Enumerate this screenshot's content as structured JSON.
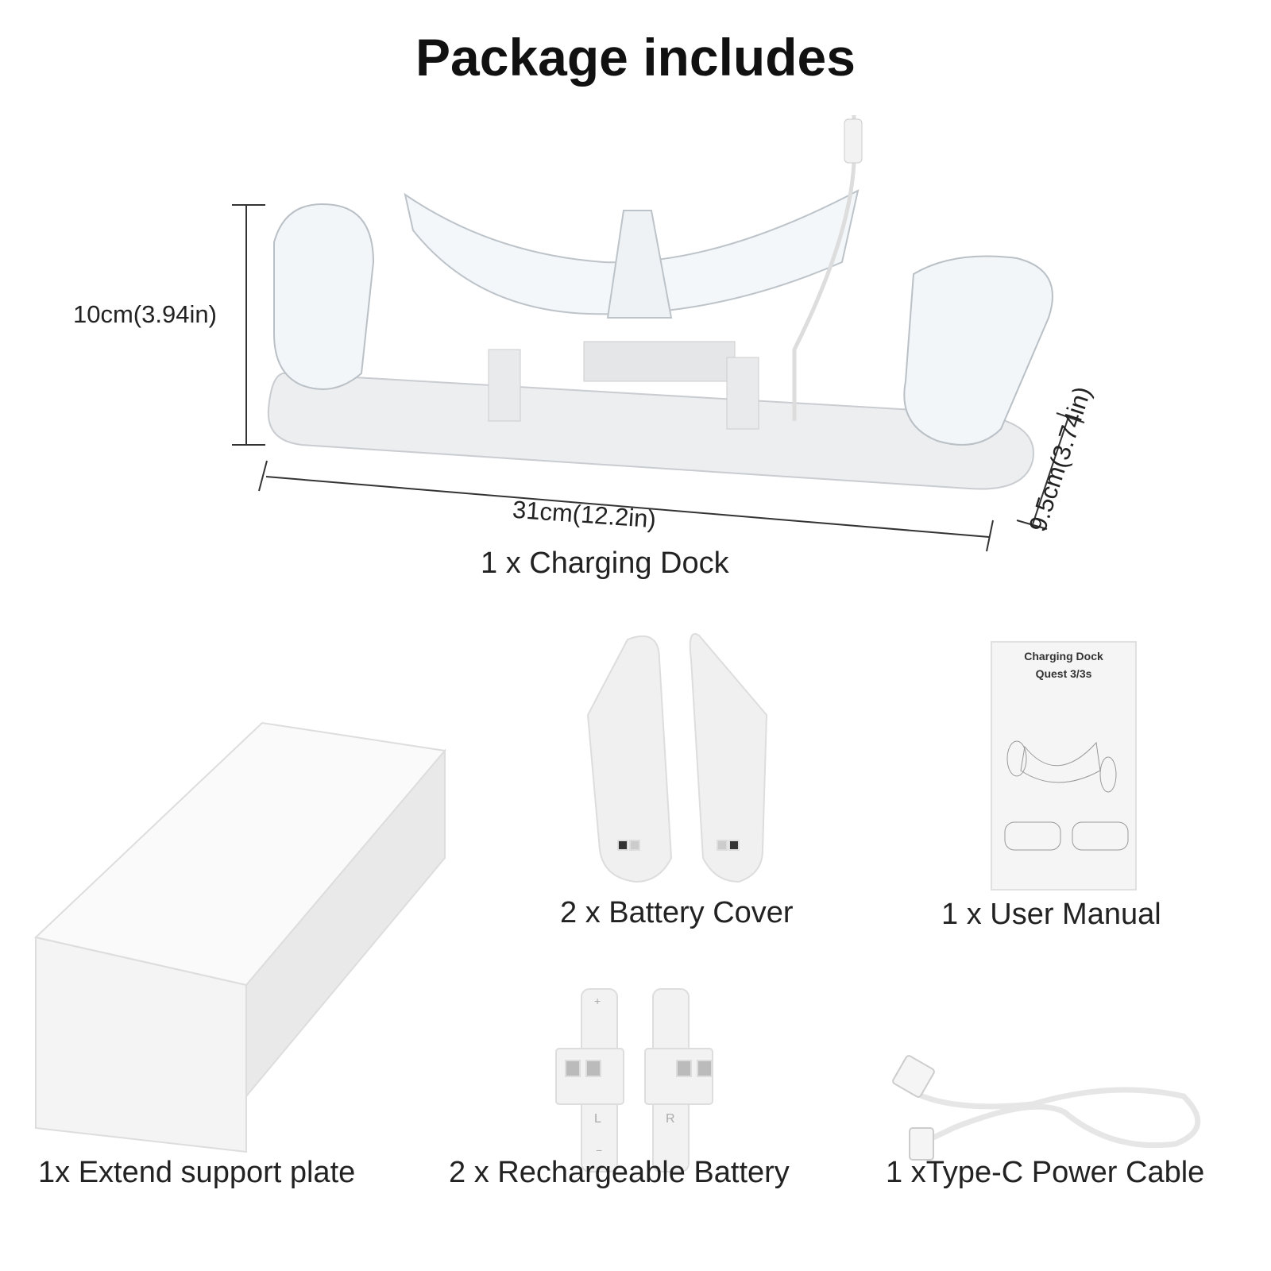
{
  "title": "Package includes",
  "dimensions": {
    "height": "10cm(3.94in)",
    "length": "31cm(12.2in)",
    "depth": "9.5cm(3.74in)"
  },
  "items": {
    "dock": "1 x Charging Dock",
    "battery_cover": "2 x Battery Cover",
    "manual": "1 x User Manual",
    "plate": "1x Extend support plate",
    "battery": "2 x Rechargeable Battery",
    "cable": "1 xType-C Power Cable"
  },
  "manual_cover": {
    "line1": "Charging Dock",
    "line2": "Quest 3/3s"
  },
  "battery_marks": {
    "plus": "+",
    "minus": "−",
    "left": "L",
    "right": "R"
  }
}
